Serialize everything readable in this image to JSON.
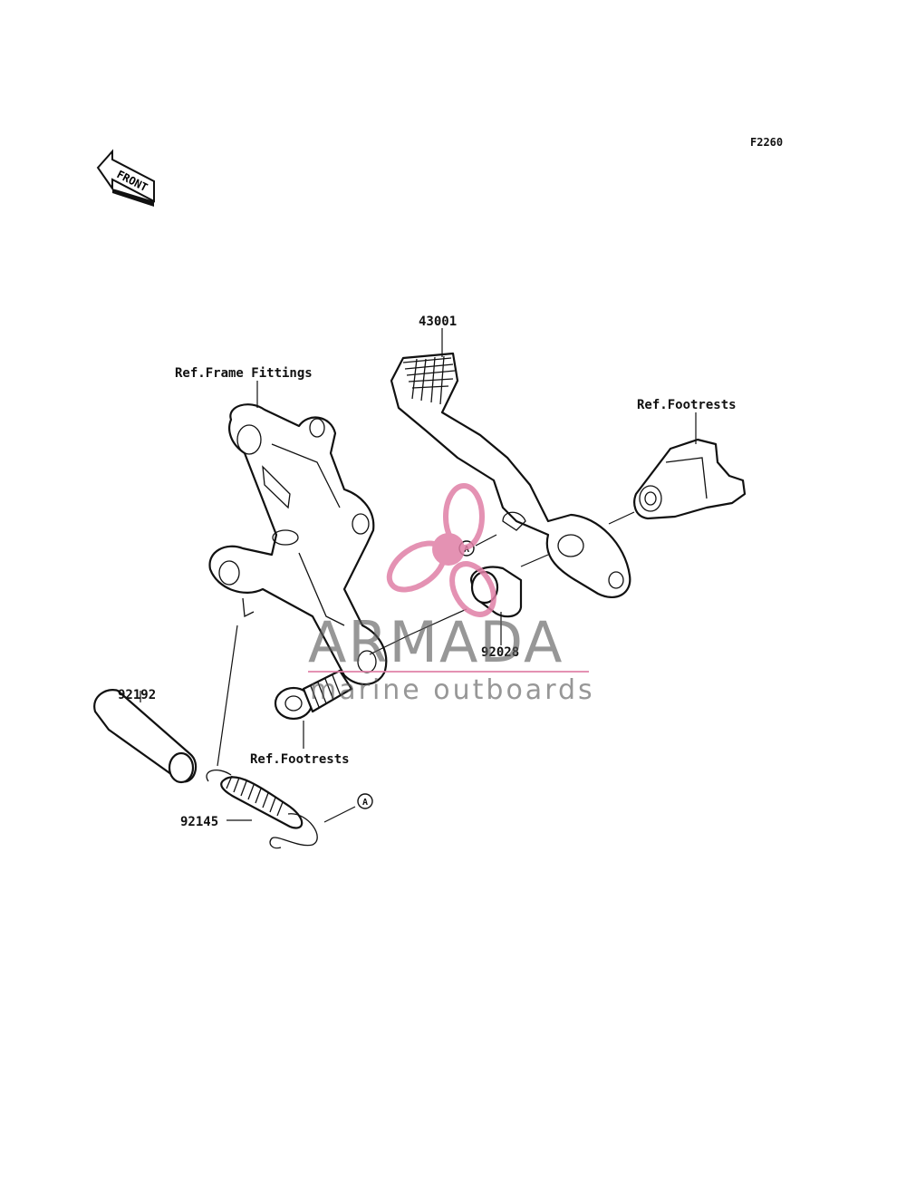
{
  "diagram": {
    "code": "F2260",
    "front_arrow_label": "FRONT",
    "labels": {
      "pedal": "43001",
      "frame_fittings": "Ref.Frame Fittings",
      "footrests_upper": "Ref.Footrests",
      "footrests_lower": "Ref.Footrests",
      "collar": "92028",
      "sleeve": "92192",
      "spring": "92145",
      "marker_a1": "A",
      "marker_a2": "A"
    }
  },
  "watermark": {
    "brand": "ARMADA",
    "tagline": "marine outboards",
    "accent_color": "#e07fa6"
  }
}
